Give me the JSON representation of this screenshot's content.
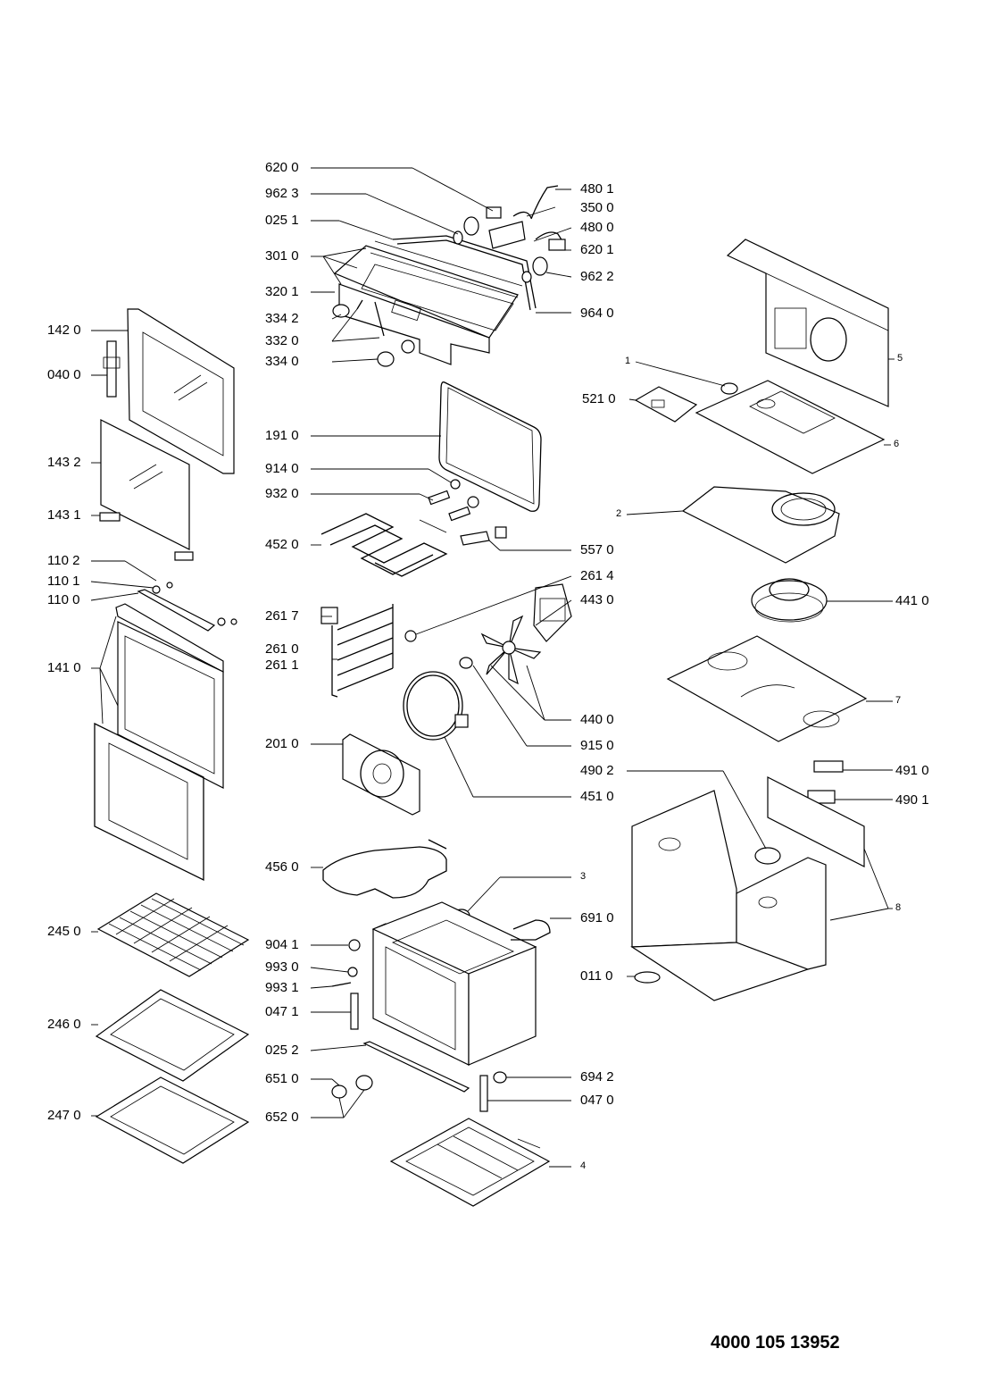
{
  "document_number": "4000 105 13952",
  "labels": [
    {
      "id": "l6200",
      "text": "620 0"
    },
    {
      "id": "l9623",
      "text": "962 3"
    },
    {
      "id": "l0251",
      "text": "025 1"
    },
    {
      "id": "l3010",
      "text": "301 0"
    },
    {
      "id": "l3201",
      "text": "320 1"
    },
    {
      "id": "l3342",
      "text": "334 2"
    },
    {
      "id": "l3320",
      "text": "332 0"
    },
    {
      "id": "l3340",
      "text": "334 0"
    },
    {
      "id": "l4801",
      "text": "480 1"
    },
    {
      "id": "l3500",
      "text": "350 0"
    },
    {
      "id": "l4800",
      "text": "480 0"
    },
    {
      "id": "l6201",
      "text": "620 1"
    },
    {
      "id": "l9622",
      "text": "962 2"
    },
    {
      "id": "l9640",
      "text": "964 0"
    },
    {
      "id": "l1420",
      "text": "142 0"
    },
    {
      "id": "l0400",
      "text": "040 0"
    },
    {
      "id": "l1432",
      "text": "143 2"
    },
    {
      "id": "l1431",
      "text": "143 1"
    },
    {
      "id": "l1102",
      "text": "110 2"
    },
    {
      "id": "l1101",
      "text": "110 1"
    },
    {
      "id": "l1100",
      "text": "110 0"
    },
    {
      "id": "l1410",
      "text": "141 0"
    },
    {
      "id": "l1910",
      "text": "191 0"
    },
    {
      "id": "l9140",
      "text": "914 0"
    },
    {
      "id": "l9320",
      "text": "932 0"
    },
    {
      "id": "l4520",
      "text": "452 0"
    },
    {
      "id": "l5570",
      "text": "557 0"
    },
    {
      "id": "l2614",
      "text": "261 4"
    },
    {
      "id": "l4430",
      "text": "443 0"
    },
    {
      "id": "l2617",
      "text": "261 7"
    },
    {
      "id": "l2610",
      "text": "261 0"
    },
    {
      "id": "l2611",
      "text": "261 1"
    },
    {
      "id": "l4400",
      "text": "440 0"
    },
    {
      "id": "l9150",
      "text": "915 0"
    },
    {
      "id": "l2010",
      "text": "201 0"
    },
    {
      "id": "l4510",
      "text": "451 0"
    },
    {
      "id": "l4560",
      "text": "456 0"
    },
    {
      "id": "l1",
      "text": "1"
    },
    {
      "id": "l5210",
      "text": "521 0"
    },
    {
      "id": "l5",
      "text": "5"
    },
    {
      "id": "l6",
      "text": "6"
    },
    {
      "id": "l2",
      "text": "2"
    },
    {
      "id": "l4410",
      "text": "441 0"
    },
    {
      "id": "l7",
      "text": "7"
    },
    {
      "id": "l4902",
      "text": "490 2"
    },
    {
      "id": "l4910",
      "text": "491 0"
    },
    {
      "id": "l4901",
      "text": "490 1"
    },
    {
      "id": "l3",
      "text": "3"
    },
    {
      "id": "l8",
      "text": "8"
    },
    {
      "id": "l6910",
      "text": "691 0"
    },
    {
      "id": "l0110",
      "text": "011 0"
    },
    {
      "id": "l2450",
      "text": "245 0"
    },
    {
      "id": "l9041",
      "text": "904 1"
    },
    {
      "id": "l9930",
      "text": "993 0"
    },
    {
      "id": "l9931",
      "text": "993 1"
    },
    {
      "id": "l0471",
      "text": "047 1"
    },
    {
      "id": "l2460",
      "text": "246 0"
    },
    {
      "id": "l0252",
      "text": "025 2"
    },
    {
      "id": "l6510",
      "text": "651 0"
    },
    {
      "id": "l6520",
      "text": "652 0"
    },
    {
      "id": "l6942",
      "text": "694 2"
    },
    {
      "id": "l0470",
      "text": "047 0"
    },
    {
      "id": "l2470",
      "text": "247 0"
    },
    {
      "id": "l4",
      "text": "4"
    }
  ]
}
